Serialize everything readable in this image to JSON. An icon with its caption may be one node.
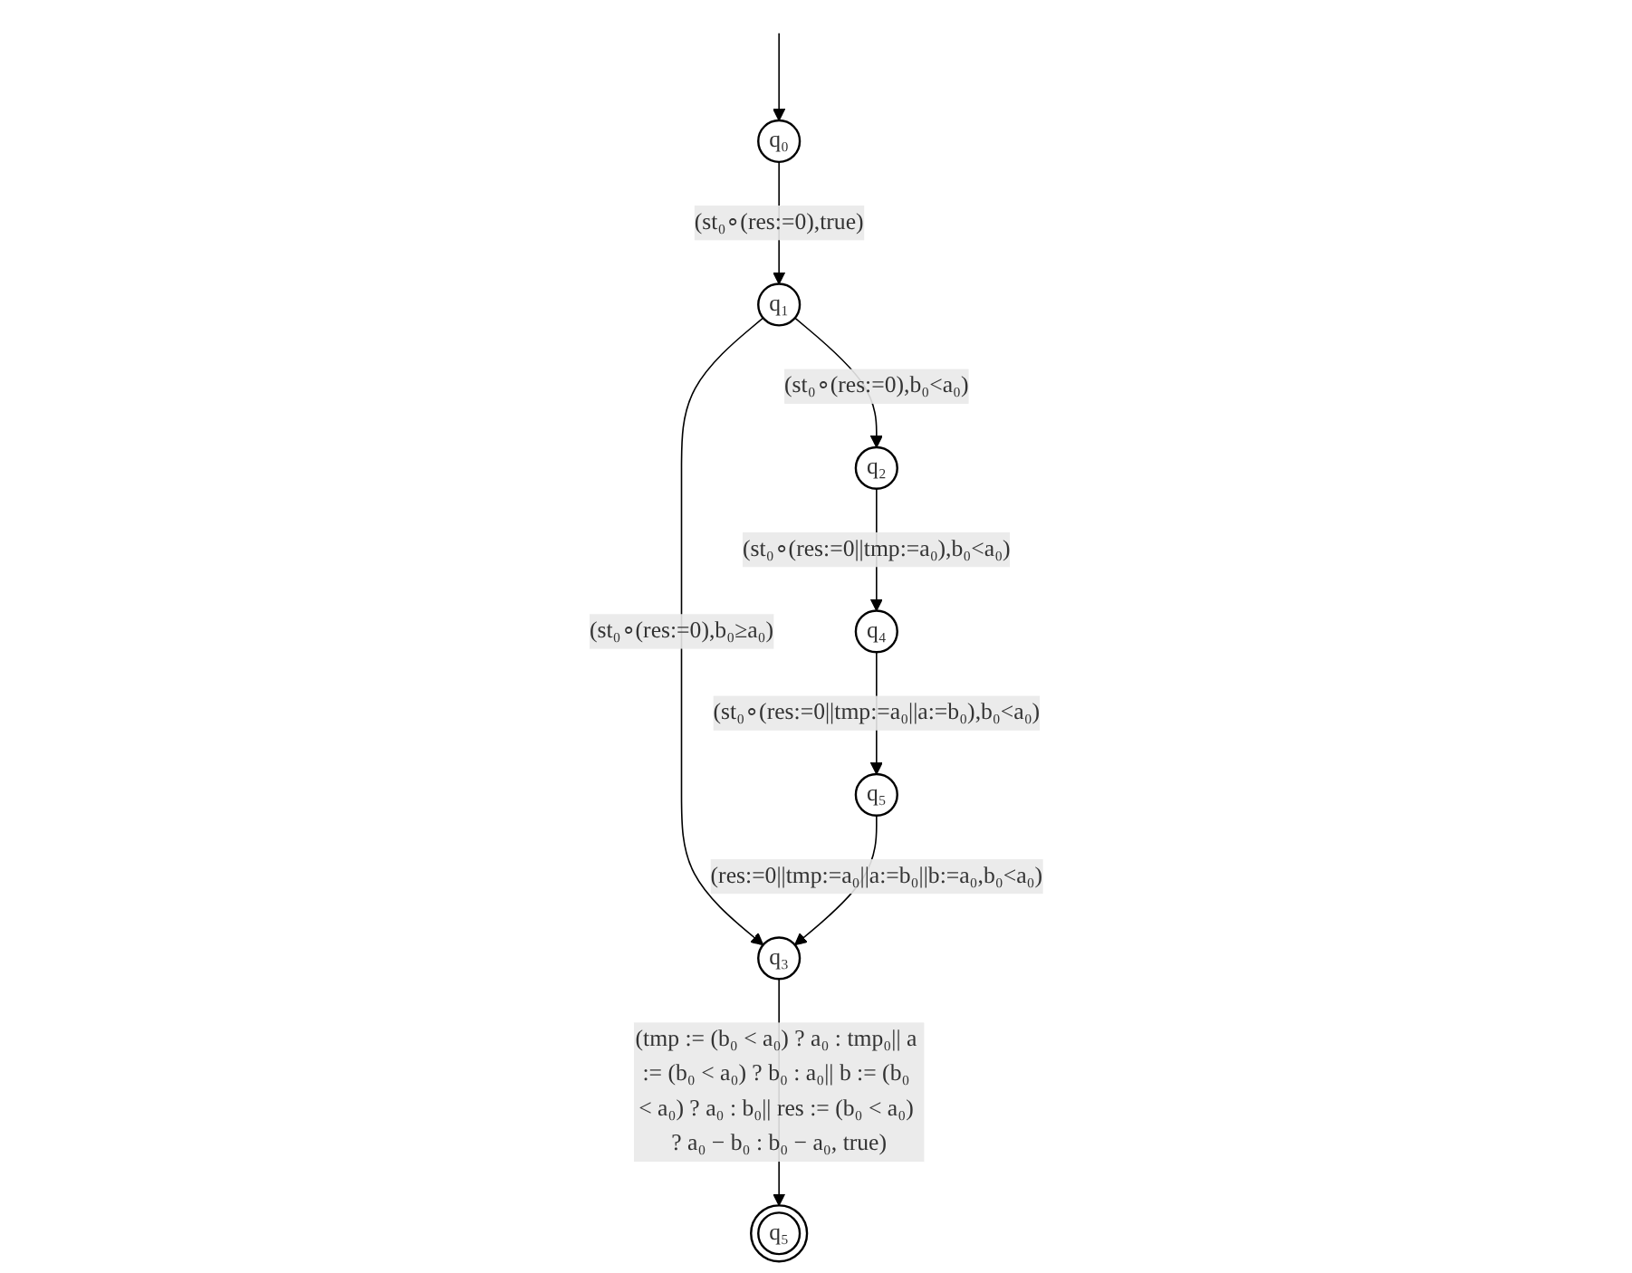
{
  "diagram": {
    "nodes": [
      {
        "text": [
          "q₀"
        ]
      },
      {
        "text": [
          "q₁"
        ]
      },
      {
        "text": [
          "q₂"
        ]
      },
      {
        "text": [
          "q₃"
        ]
      },
      {
        "text": [
          "q₄"
        ]
      },
      {
        "text": [
          "q₅"
        ]
      },
      {
        "text": [
          "q₅"
        ]
      }
    ],
    "edges": [
      {
        "from": null,
        "to": 0,
        "arrow": "to"
      },
      {
        "from": 0,
        "to": 1,
        "arrow": "to",
        "label": "(st₀∘(res:=0),true)"
      },
      {
        "from": 1,
        "to": 2,
        "arrow": "to",
        "label": "(st₀∘(res:=0),b₀<a₀)"
      },
      {
        "from": 1,
        "to": 3,
        "arrow": "to",
        "label": "(st₀∘(res:=0),b₀≥a₀)"
      },
      {
        "from": 2,
        "to": 4,
        "arrow": "to",
        "label": "(st₀∘(res:=0||tmp:=a₀),b₀<a₀)"
      },
      {
        "from": 4,
        "to": 5,
        "arrow": "to",
        "label": "(st₀∘(res:=0||tmp:=a₀||a:=b₀),b₀<a₀)"
      },
      {
        "from": 5,
        "to": 3,
        "arrow": "to",
        "label": "(res:=0||tmp:=a₀||a:=b₀||b:=a₀,b₀<a₀)"
      },
      {
        "from": 3,
        "to": 6,
        "arrow": "to",
        "label": "(tmp := (b₀ < a₀) ? a₀ : tmp₀|| a := (b₀ < a₀) ? b₀ : a₀|| b := (b₀ < a₀) ? a₀ : b₀|| res := (b₀ < a₀) ? a₀ − b₀ : b₀ − a₀, true)"
      }
    ]
  }
}
